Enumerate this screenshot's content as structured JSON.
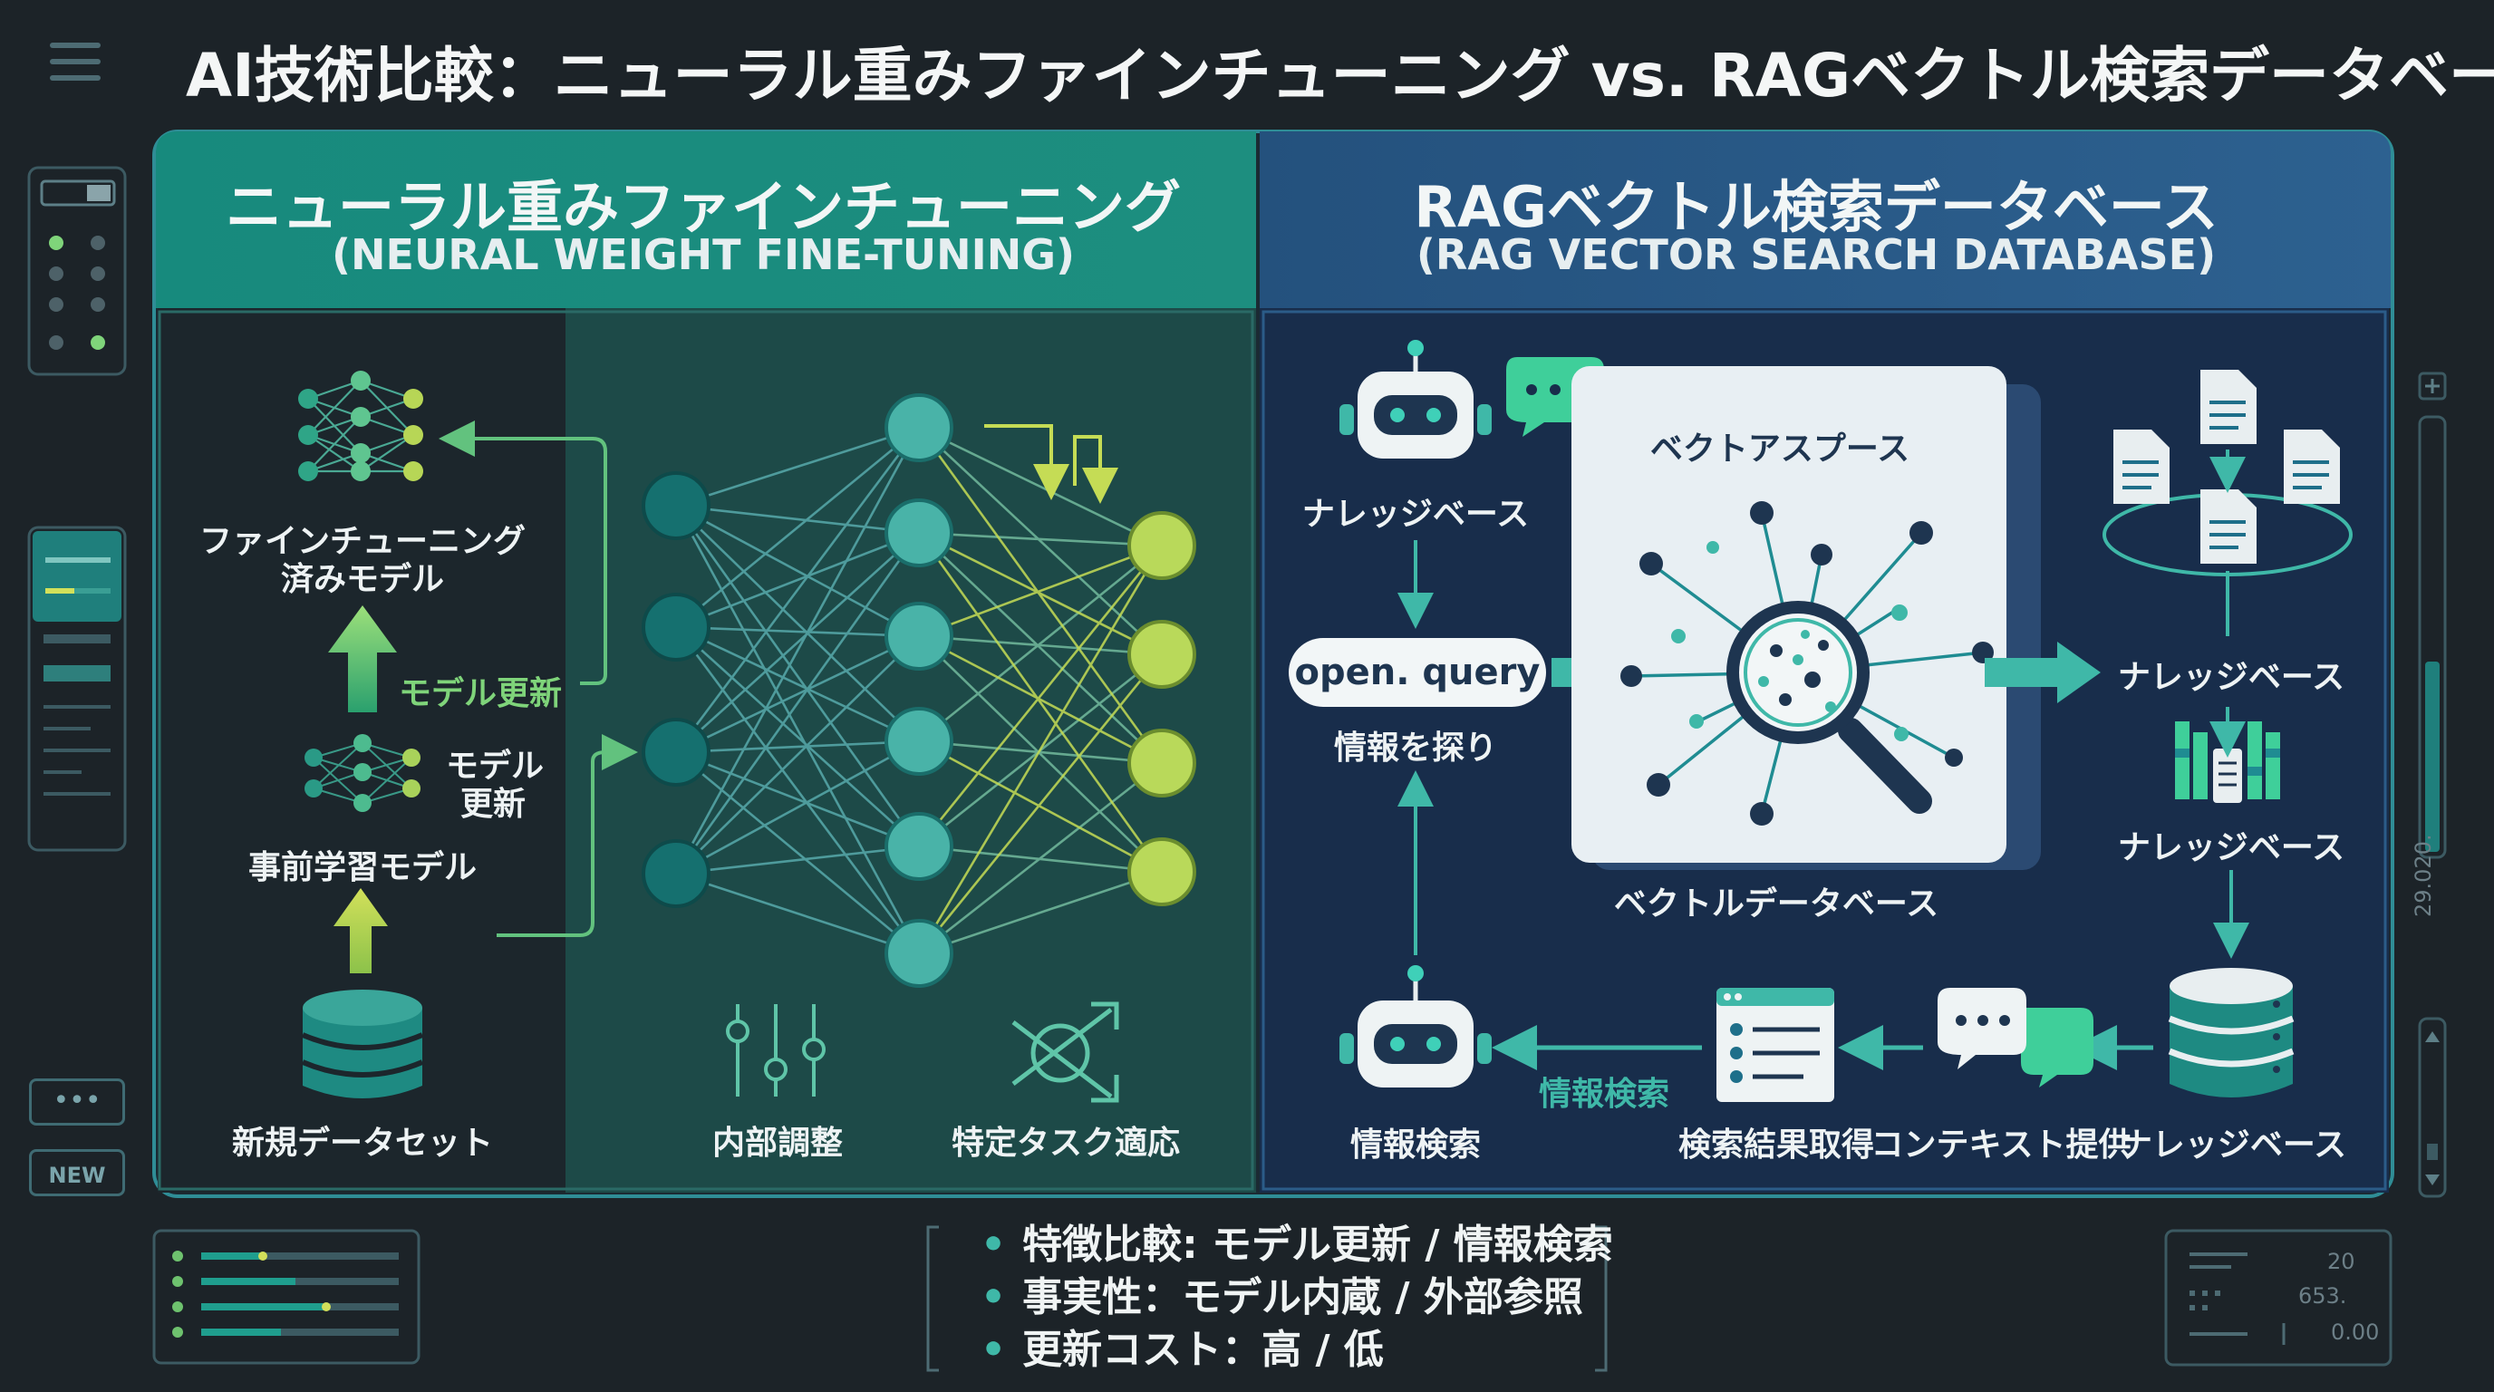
{
  "title": "AI技術比較：ニューラル重みファインチューニング vs. RAGベクトル検索データベース",
  "left_panel": {
    "title": "ニューラル重みファインチューニング",
    "subtitle": "(NEURAL WEIGHT FINE-TUNING)",
    "finetuned_model": [
      "ファインチューニング",
      "済みモデル"
    ],
    "model_update": "モデル更新",
    "model_update_small": [
      "モデル",
      "更新"
    ],
    "pretrained_model": "事前学習モデル",
    "new_dataset": "新規データセット",
    "internal_adjust": "内部調整",
    "task_adapt": "特定タスク適応"
  },
  "right_panel": {
    "title": "RAGベクトル検索データベース",
    "subtitle": "(RAG VECTOR SEARCH DATABASE)",
    "knowledge_base_top": "ナレッジベース",
    "query_label": "open. query",
    "query_caption": "情報を探り",
    "vector_space": "ベクトアスプース",
    "vector_db": "ベクトルデータベース",
    "kb_right_1": "ナレッジベース",
    "kb_right_2": "ナレッジベース",
    "info_search_bottom": "情報検索",
    "info_search_arrow": "情報検索",
    "search_results": "検索結果取得",
    "context_provide": "コンテキスト提供",
    "kb_bottom": "ナレッジベース"
  },
  "summary": [
    "特徴比較: モデル更新 / 情報検索",
    "事実性：モデル内蔵 / 外部参照",
    "更新コスト：高 / 低"
  ],
  "sidebar": {
    "dots_label": "•••",
    "new_label": "NEW"
  },
  "right_rail": {
    "vertical_text": "29.020."
  },
  "bottom_right_widget": [
    "20",
    "653.",
    "0.00"
  ],
  "icons": [
    "menu-icon",
    "robot-icon",
    "chat-bubble-icon",
    "magnifier-icon",
    "document-icon",
    "database-icon",
    "sliders-icon",
    "shuffle-icon",
    "browser-list-icon",
    "server-rack-icon"
  ],
  "colors": {
    "background": "#1c2328",
    "left_header": "#1a8a7c",
    "right_header": "#2b5c88",
    "accent_green": "#7fd47a",
    "accent_lime": "#c5dc55",
    "teal_node": "#1f7f7c"
  }
}
